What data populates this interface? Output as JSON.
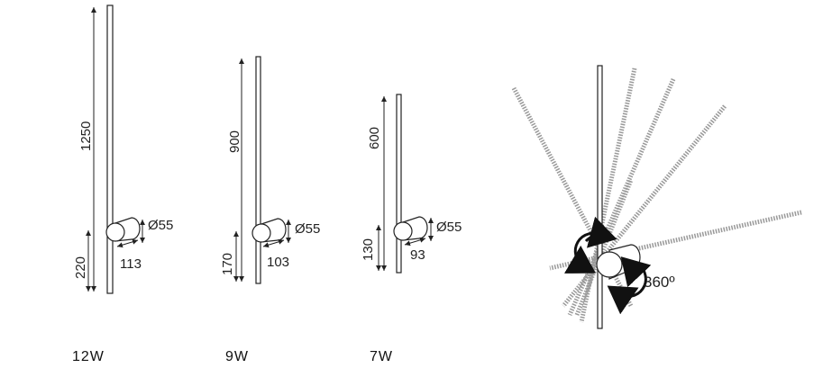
{
  "fixtures": [
    {
      "length": "1250",
      "height": "220",
      "diameter": "Ø55",
      "depth": "113",
      "power": "12W"
    },
    {
      "length": "900",
      "height": "170",
      "diameter": "Ø55",
      "depth": "103",
      "power": "9W"
    },
    {
      "length": "600",
      "height": "130",
      "diameter": "Ø55",
      "depth": "93",
      "power": "7W"
    }
  ],
  "rotation": {
    "label": "360º"
  }
}
